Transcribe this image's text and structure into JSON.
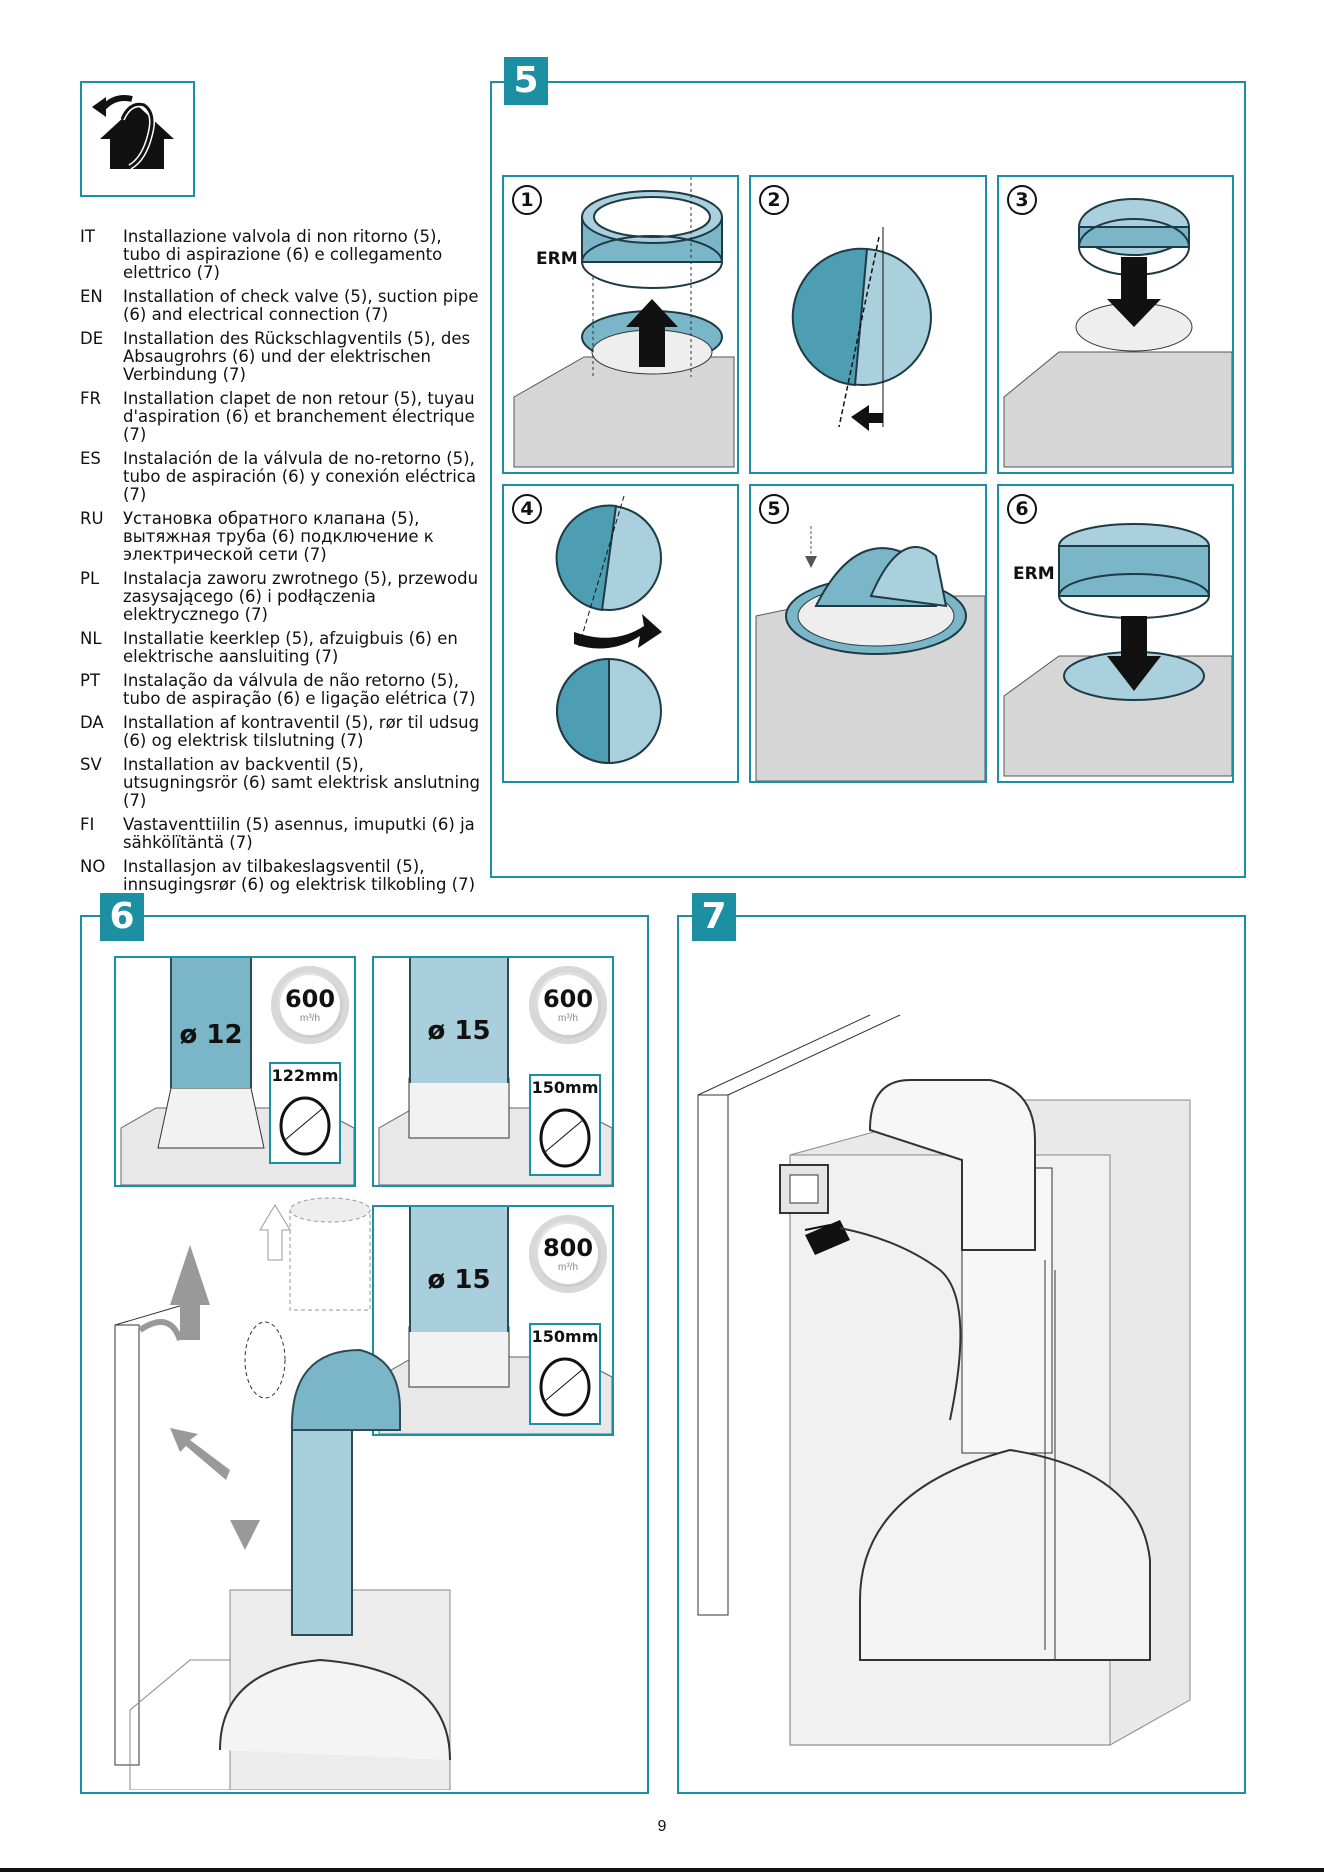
{
  "colors": {
    "accent": "#1d8fa3",
    "pipe": "#7bb6c8"
  },
  "header_icon": "house-ventilation-icon",
  "languages": [
    {
      "code": "IT",
      "text": "Installazione valvola di non ritorno (5), tubo di aspirazione (6) e collegamento elettrico (7)"
    },
    {
      "code": "EN",
      "text": "Installation of check valve (5), suction pipe (6) and electrical connection (7)"
    },
    {
      "code": "DE",
      "text": "Installation des Rückschlagventils (5), des Absaugrohrs (6) und der elektrischen Verbindung (7)"
    },
    {
      "code": "FR",
      "text": "Installation clapet de non retour (5), tuyau d'aspiration (6) et branchement électrique (7)"
    },
    {
      "code": "ES",
      "text": "Instalación de la válvula de no-retorno (5), tubo de aspiración (6) y conexión eléctrica (7)"
    },
    {
      "code": "RU",
      "text": "Установка обратного клапана (5), вытяжная труба (6) подключение к электрической сети (7)"
    },
    {
      "code": "PL",
      "text": "Instalacja zaworu zwrotnego (5), przewodu zasysającego (6) i podłączenia elektrycznego (7)"
    },
    {
      "code": "NL",
      "text": "Installatie keerklep (5), afzuigbuis (6) en elektrische aansluiting (7)"
    },
    {
      "code": "PT",
      "text": "Instalação da válvula de não retorno (5), tubo de aspiração (6) e ligação elétrica (7)"
    },
    {
      "code": "DA",
      "text": "Installation af kontraventil (5), rør til udsug (6) og elektrisk tilslutning (7)"
    },
    {
      "code": "SV",
      "text": "Installation av backventil (5), utsugningsrör (6) samt elektrisk anslutning (7)"
    },
    {
      "code": "FI",
      "text": "Vastaventtiilin (5) asennus, imuputki (6) ja sähkölïtäntä (7)"
    },
    {
      "code": "NO",
      "text": "Installasjon av tilbakeslagsventil (5), innsugingsrør (6) og elektrisk tilkobling (7)"
    }
  ],
  "section5": {
    "number": "5",
    "steps": [
      {
        "num": "1",
        "label": "ERM"
      },
      {
        "num": "2"
      },
      {
        "num": "3"
      },
      {
        "num": "4"
      },
      {
        "num": "5"
      },
      {
        "num": "6",
        "label": "ERM"
      }
    ]
  },
  "section6": {
    "number": "6",
    "options": [
      {
        "pipe": "ø 12",
        "flow": "600",
        "unit": "m³/h",
        "diameter": "122mm"
      },
      {
        "pipe": "ø 15",
        "flow": "600",
        "unit": "m³/h",
        "diameter": "150mm"
      },
      {
        "pipe": "ø 15",
        "flow": "800",
        "unit": "m³/h",
        "diameter": "150mm"
      }
    ]
  },
  "section7": {
    "number": "7"
  },
  "page_number": "9"
}
